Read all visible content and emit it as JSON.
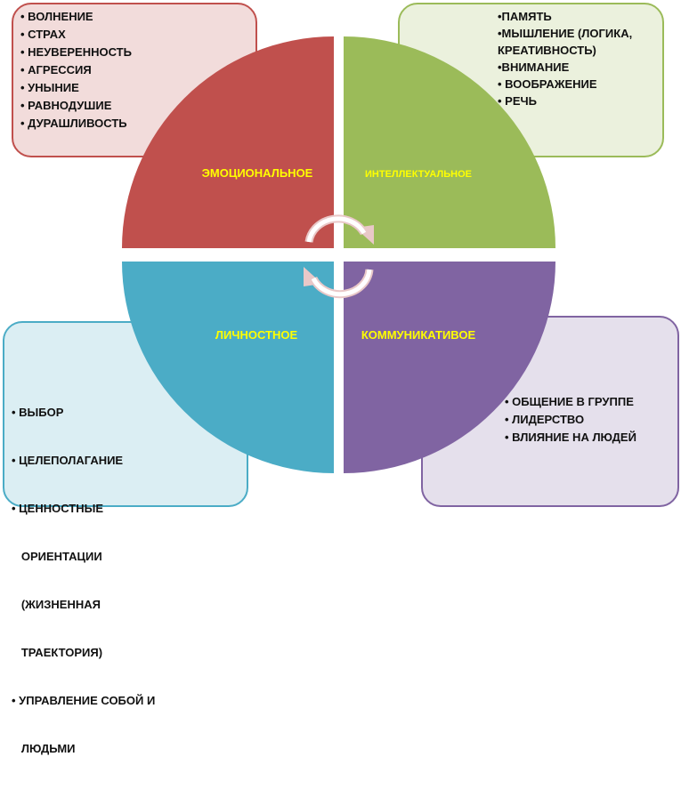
{
  "colors": {
    "emotional": "#c0504d",
    "intellectual": "#9bbb59",
    "personal": "#4bacc6",
    "communicative": "#8064a2",
    "label_yellow": "#ffff00",
    "emotional_box_fill": "#f2dcdb",
    "intellectual_box_fill": "#ebf1dd",
    "personal_box_fill": "#dbeef3",
    "communicative_box_fill": "#e5e0ec"
  },
  "quadrants": {
    "emotional": "ЭМОЦИОНАЛЬНОЕ",
    "intellectual": "ИНТЕЛЛЕКТУАЛЬНОЕ",
    "personal": "ЛИЧНОСТНОЕ",
    "communicative": "КОММУНИКАТИВОЕ"
  },
  "boxes": {
    "emotional": {
      "items": [
        "• ВОЛНЕНИЕ",
        "• СТРАХ",
        "• НЕУВЕРЕННОСТЬ",
        "• АГРЕССИЯ",
        "• УНЫНИЕ",
        "• РАВНОДУШИЕ",
        "• ДУРАШЛИВОСТЬ"
      ]
    },
    "intellectual": {
      "items": [
        "•ПАМЯТЬ",
        "•МЫШЛЕНИЕ (ЛОГИКА,",
        "КРЕАТИВНОСТЬ)",
        "•ВНИМАНИЕ",
        "• ВООБРАЖЕНИЕ",
        "•  РЕЧЬ"
      ]
    },
    "personal": {
      "items": [
        "• ВЫБОР",
        "• ЦЕЛЕПОЛАГАНИЕ",
        "• ЦЕННОСТНЫЕ",
        "   ОРИЕНТАЦИИ",
        "   (ЖИЗНЕННАЯ",
        "   ТРАЕКТОРИЯ)",
        "• УПРАВЛЕНИЕ СОБОЙ И",
        "   ЛЮДЬМИ"
      ]
    },
    "communicative": {
      "items": [
        "• ОБЩЕНИЕ В ГРУППЕ",
        "• ЛИДЕРСТВО",
        "• ВЛИЯНИЕ НА ЛЮДЕЙ"
      ]
    }
  }
}
